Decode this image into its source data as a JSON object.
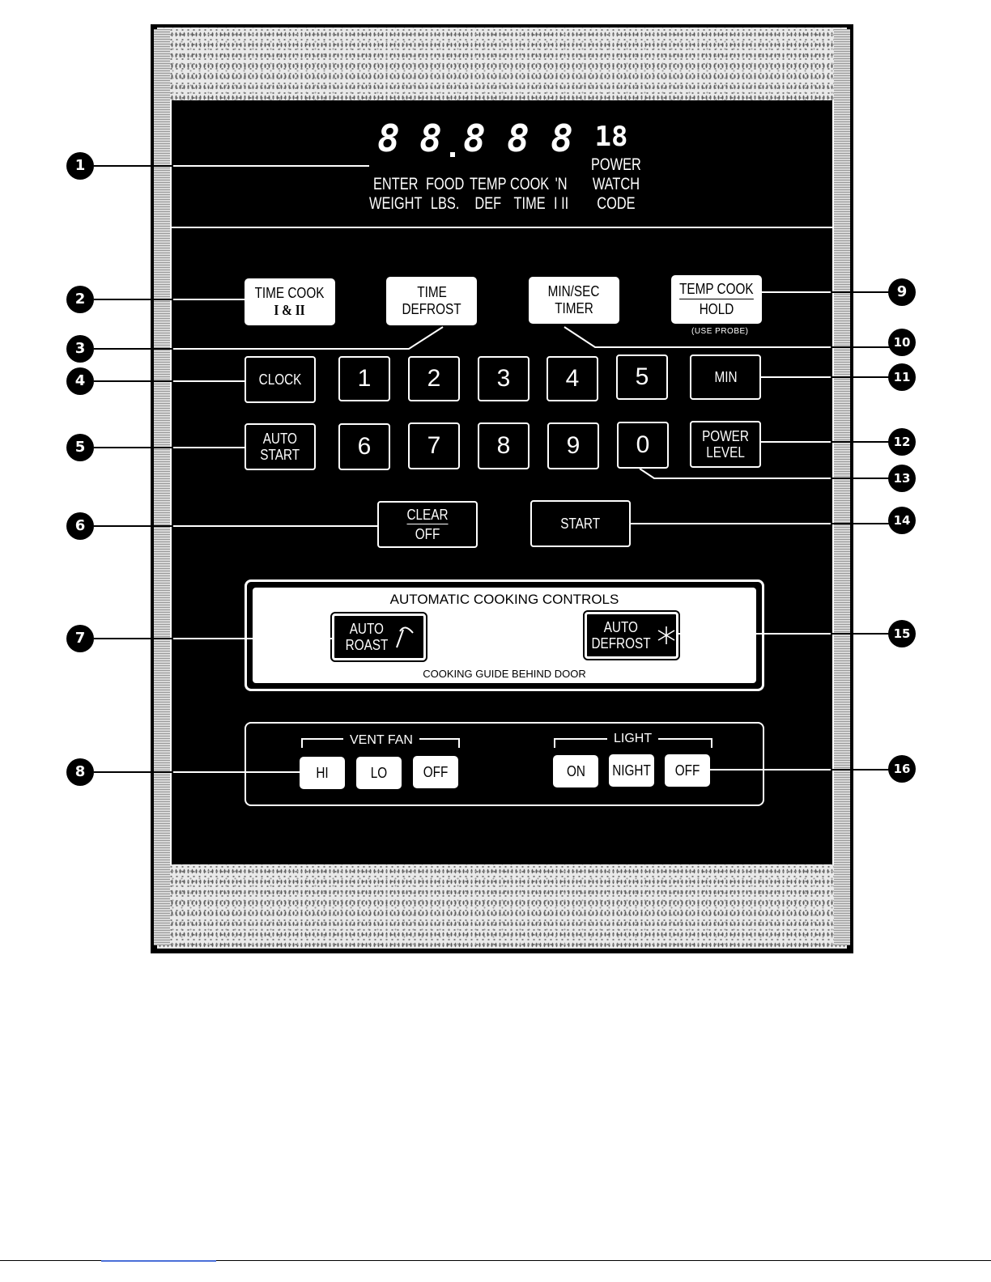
{
  "colors": {
    "panel": "#000000",
    "key_face": "#ffffff",
    "speckle": "#e9e9e9",
    "footer_accent": "#4a6fd8"
  },
  "display": {
    "digits": [
      "8",
      "8",
      "8",
      "8",
      "8"
    ],
    "digit_small": "18",
    "labels": [
      "ENTER\nWEIGHT",
      "FOOD\nLBS.",
      "TEMP\nDEF",
      "COOK\nTIME",
      "'N\nI II",
      "POWER\nWATCH\nCODE"
    ]
  },
  "top_keys": {
    "time_cook": [
      "TIME COOK",
      "I & II"
    ],
    "time_defrost": [
      "TIME",
      "DEFROST"
    ],
    "min_sec_timer": [
      "MIN/SEC",
      "TIMER"
    ],
    "temp_cook": [
      "TEMP COOK",
      "HOLD"
    ],
    "use_probe": "(USE PROBE)"
  },
  "keypad": {
    "clock": "CLOCK",
    "auto_start": [
      "AUTO",
      "START"
    ],
    "digits_row1": [
      "1",
      "2",
      "3",
      "4",
      "5"
    ],
    "digits_row2": [
      "6",
      "7",
      "8",
      "9",
      "0"
    ],
    "min": "MIN",
    "power_level": [
      "POWER",
      "LEVEL"
    ]
  },
  "action_keys": {
    "clear_off": [
      "CLEAR",
      "OFF"
    ],
    "start": "START"
  },
  "auto_controls": {
    "title": "AUTOMATIC COOKING CONTROLS",
    "auto_roast": [
      "AUTO",
      "ROAST"
    ],
    "auto_defrost": [
      "AUTO",
      "DEFROST"
    ],
    "guide": "COOKING GUIDE BEHIND DOOR"
  },
  "vent_fan": {
    "title": "VENT FAN",
    "buttons": [
      "HI",
      "LO",
      "OFF"
    ]
  },
  "light": {
    "title": "LIGHT",
    "buttons": [
      "ON",
      "NIGHT",
      "OFF"
    ]
  },
  "callouts": [
    "1",
    "2",
    "3",
    "4",
    "5",
    "6",
    "7",
    "8",
    "9",
    "10",
    "11",
    "12",
    "13",
    "14",
    "15",
    "16"
  ]
}
